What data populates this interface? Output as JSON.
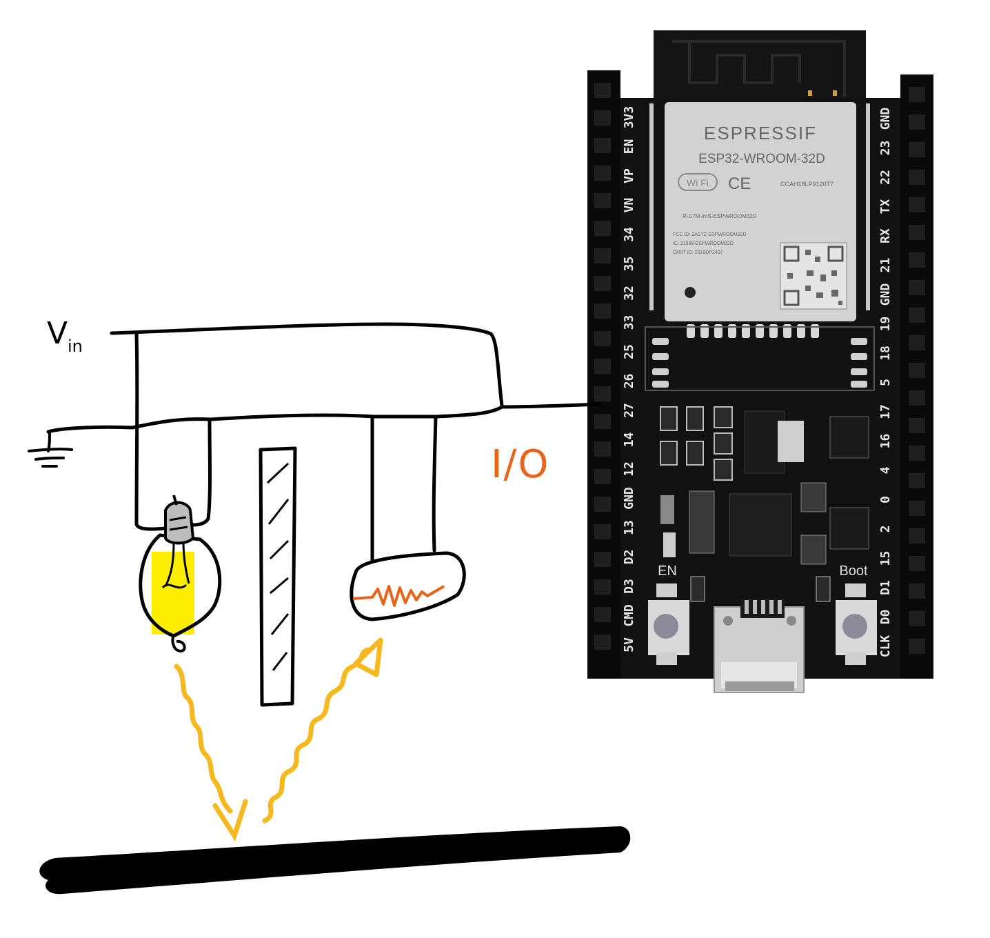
{
  "labels": {
    "vin_main": "V",
    "vin_sub": "in",
    "io": "I/O"
  },
  "module": {
    "brand": "ESPRESSIF",
    "model": "ESP32-WROOM-32D",
    "cert": "CCAH18LP9120T7",
    "fcc_line1": "FCC ID: 2AC7Z-ESPWROOM32D",
    "fcc_line2": "IC: 21098-ESPWROOM32D",
    "fcc_line3": "CMIIT ID: 2019DP2497",
    "radio": "R-C7M-imS-ESPWROOM32D"
  },
  "board": {
    "en_label": "EN",
    "boot_label": "Boot",
    "left_pins": [
      "3V3",
      "EN",
      "VP",
      "VN",
      "34",
      "35",
      "32",
      "33",
      "25",
      "26",
      "27",
      "14",
      "12",
      "GND",
      "13",
      "D2",
      "D3",
      "CMD",
      "5V"
    ],
    "right_pins": [
      "GND",
      "23",
      "22",
      "TX",
      "RX",
      "21",
      "GND",
      "19",
      "18",
      "5",
      "17",
      "16",
      "4",
      "0",
      "2",
      "15",
      "D1",
      "D0",
      "CLK"
    ]
  },
  "colors": {
    "wire": "#000000",
    "io_label": "#e8641a",
    "bulb_glow": "#ffee00",
    "light_ray": "#f5b81e",
    "resistor": "#e8641a",
    "board": "#111111",
    "module_shield": "#d2d2d0"
  },
  "icons": [
    "ground-icon",
    "light-bulb-icon",
    "photoresistor-icon",
    "barrier-icon",
    "light-ray-icon",
    "wifi-logo-icon",
    "ce-mark-icon",
    "qr-code-icon",
    "usb-port-icon"
  ]
}
